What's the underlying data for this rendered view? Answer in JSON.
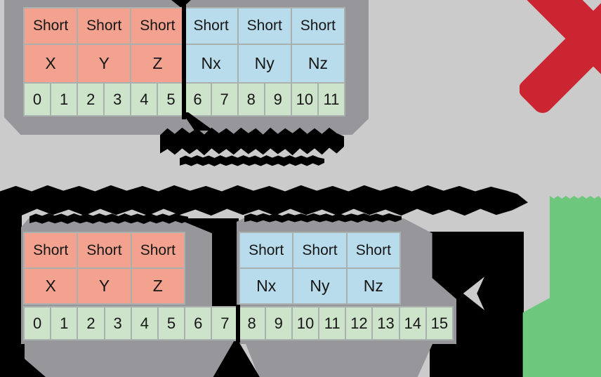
{
  "colors": {
    "bg": "#cbcbcb",
    "panel": "#97969b",
    "line": "#aab0ad",
    "text": "#161616",
    "cell-position": "#f2a28e",
    "cell-normal": "#b9dcec",
    "cell-byte": "#cde4cb",
    "mark-red": "#cb2531",
    "mark-green": "#6dc87d"
  },
  "top_struct": {
    "field_types": [
      "Short",
      "Short",
      "Short",
      "Short",
      "Short",
      "Short"
    ],
    "field_names": [
      "X",
      "Y",
      "Z",
      "Nx",
      "Ny",
      "Nz"
    ],
    "byte_offsets": [
      "0",
      "1",
      "2",
      "3",
      "4",
      "5",
      "6",
      "7",
      "8",
      "9",
      "10",
      "11"
    ]
  },
  "bottom_struct": {
    "position_fields": {
      "types": [
        "Short",
        "Short",
        "Short"
      ],
      "names": [
        "X",
        "Y",
        "Z"
      ]
    },
    "normal_fields": {
      "types": [
        "Short",
        "Short",
        "Short"
      ],
      "names": [
        "Nx",
        "Ny",
        "Nz"
      ]
    },
    "byte_offsets": [
      "0",
      "1",
      "2",
      "3",
      "4",
      "5",
      "6",
      "7",
      "8",
      "9",
      "10",
      "11",
      "12",
      "13",
      "14",
      "15"
    ]
  },
  "annotations": {
    "top_result_mark": "red-cross-mark",
    "bottom_result_mark": "green-check-mark",
    "illegible_text_regions": [
      "callout-under-top-struct",
      "paragraph-band",
      "label-above-bottom-left-struct",
      "label-above-bottom-right-struct"
    ]
  }
}
